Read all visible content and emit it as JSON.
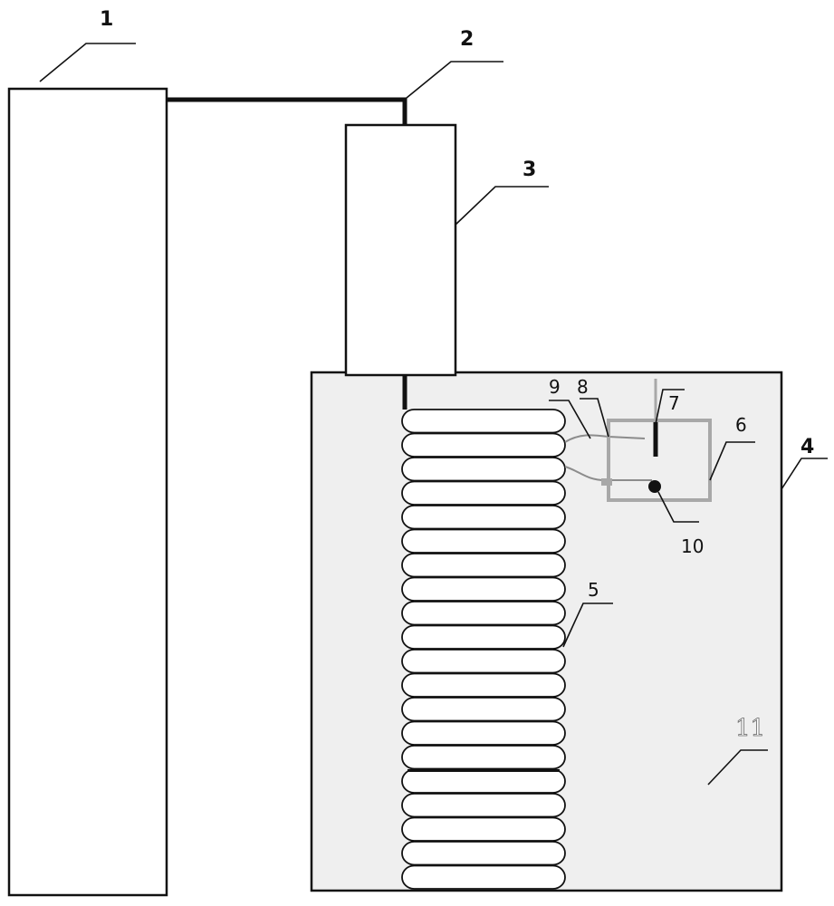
{
  "labels": {
    "l1": "1",
    "l2": "2",
    "l3": "3",
    "l4": "4",
    "l5": "5",
    "l6": "6",
    "l7": "7",
    "l8": "8",
    "l9": "9",
    "l10": "10",
    "l11": "11"
  },
  "colors": {
    "stroke": "#111111",
    "tank_fill": "#efefef",
    "sensor_box": "#a8a8a8",
    "wire": "#8c8c8c"
  },
  "coil": {
    "turns": 20,
    "highlighted_turn": 16
  }
}
